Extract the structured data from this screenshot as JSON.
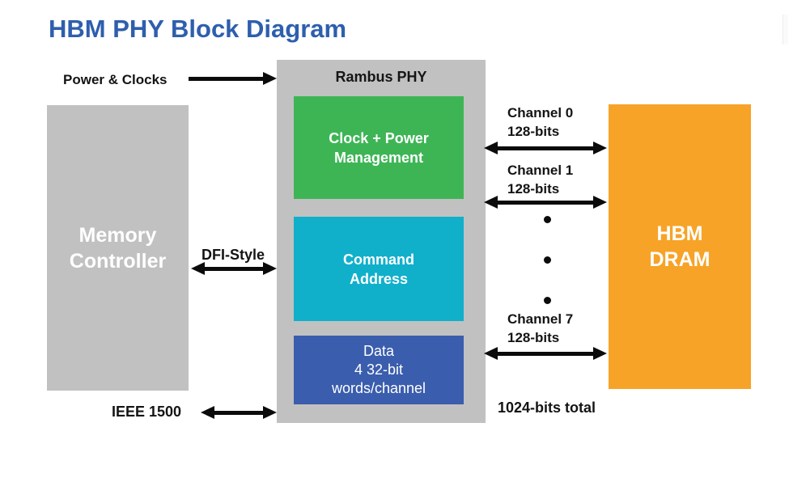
{
  "title": "HBM PHY Block Diagram",
  "colors": {
    "title_blue": "#2e5fad",
    "box_gray": "#c1c1c1",
    "module_green": "#3eb555",
    "module_cyan": "#10b0cb",
    "module_blue": "#3a5dad",
    "dram_orange": "#f7a328",
    "arrow_black": "#0b0b0b",
    "label_black": "#141414",
    "box_text_white": "#ffffff"
  },
  "memory_controller": {
    "lines": [
      "Memory",
      "Controller"
    ]
  },
  "rambus_phy": {
    "title": "Rambus PHY",
    "modules": [
      {
        "id": "clock-power-management",
        "lines": [
          "Clock + Power",
          "Management"
        ]
      },
      {
        "id": "command-address",
        "lines": [
          "Command",
          "Address"
        ]
      },
      {
        "id": "data",
        "lines": [
          "Data",
          "4 32-bit",
          "words/channel"
        ]
      }
    ]
  },
  "hbm_dram": {
    "lines": [
      "HBM",
      "DRAM"
    ]
  },
  "connections": {
    "power_clocks": {
      "label": "Power & Clocks",
      "direction": "right"
    },
    "dfi_style": {
      "label": "DFI-Style",
      "direction": "bidirectional"
    },
    "ieee_1500": {
      "label": "IEEE 1500",
      "direction": "bidirectional"
    },
    "channels": [
      {
        "name": "Channel 0",
        "width": "128-bits",
        "direction": "bidirectional"
      },
      {
        "name": "Channel 1",
        "width": "128-bits",
        "direction": "bidirectional"
      },
      {
        "name": "Channel 7",
        "width": "128-bits",
        "direction": "bidirectional"
      }
    ],
    "channel_ellipsis": "vertical-dots",
    "total": "1024-bits total"
  }
}
